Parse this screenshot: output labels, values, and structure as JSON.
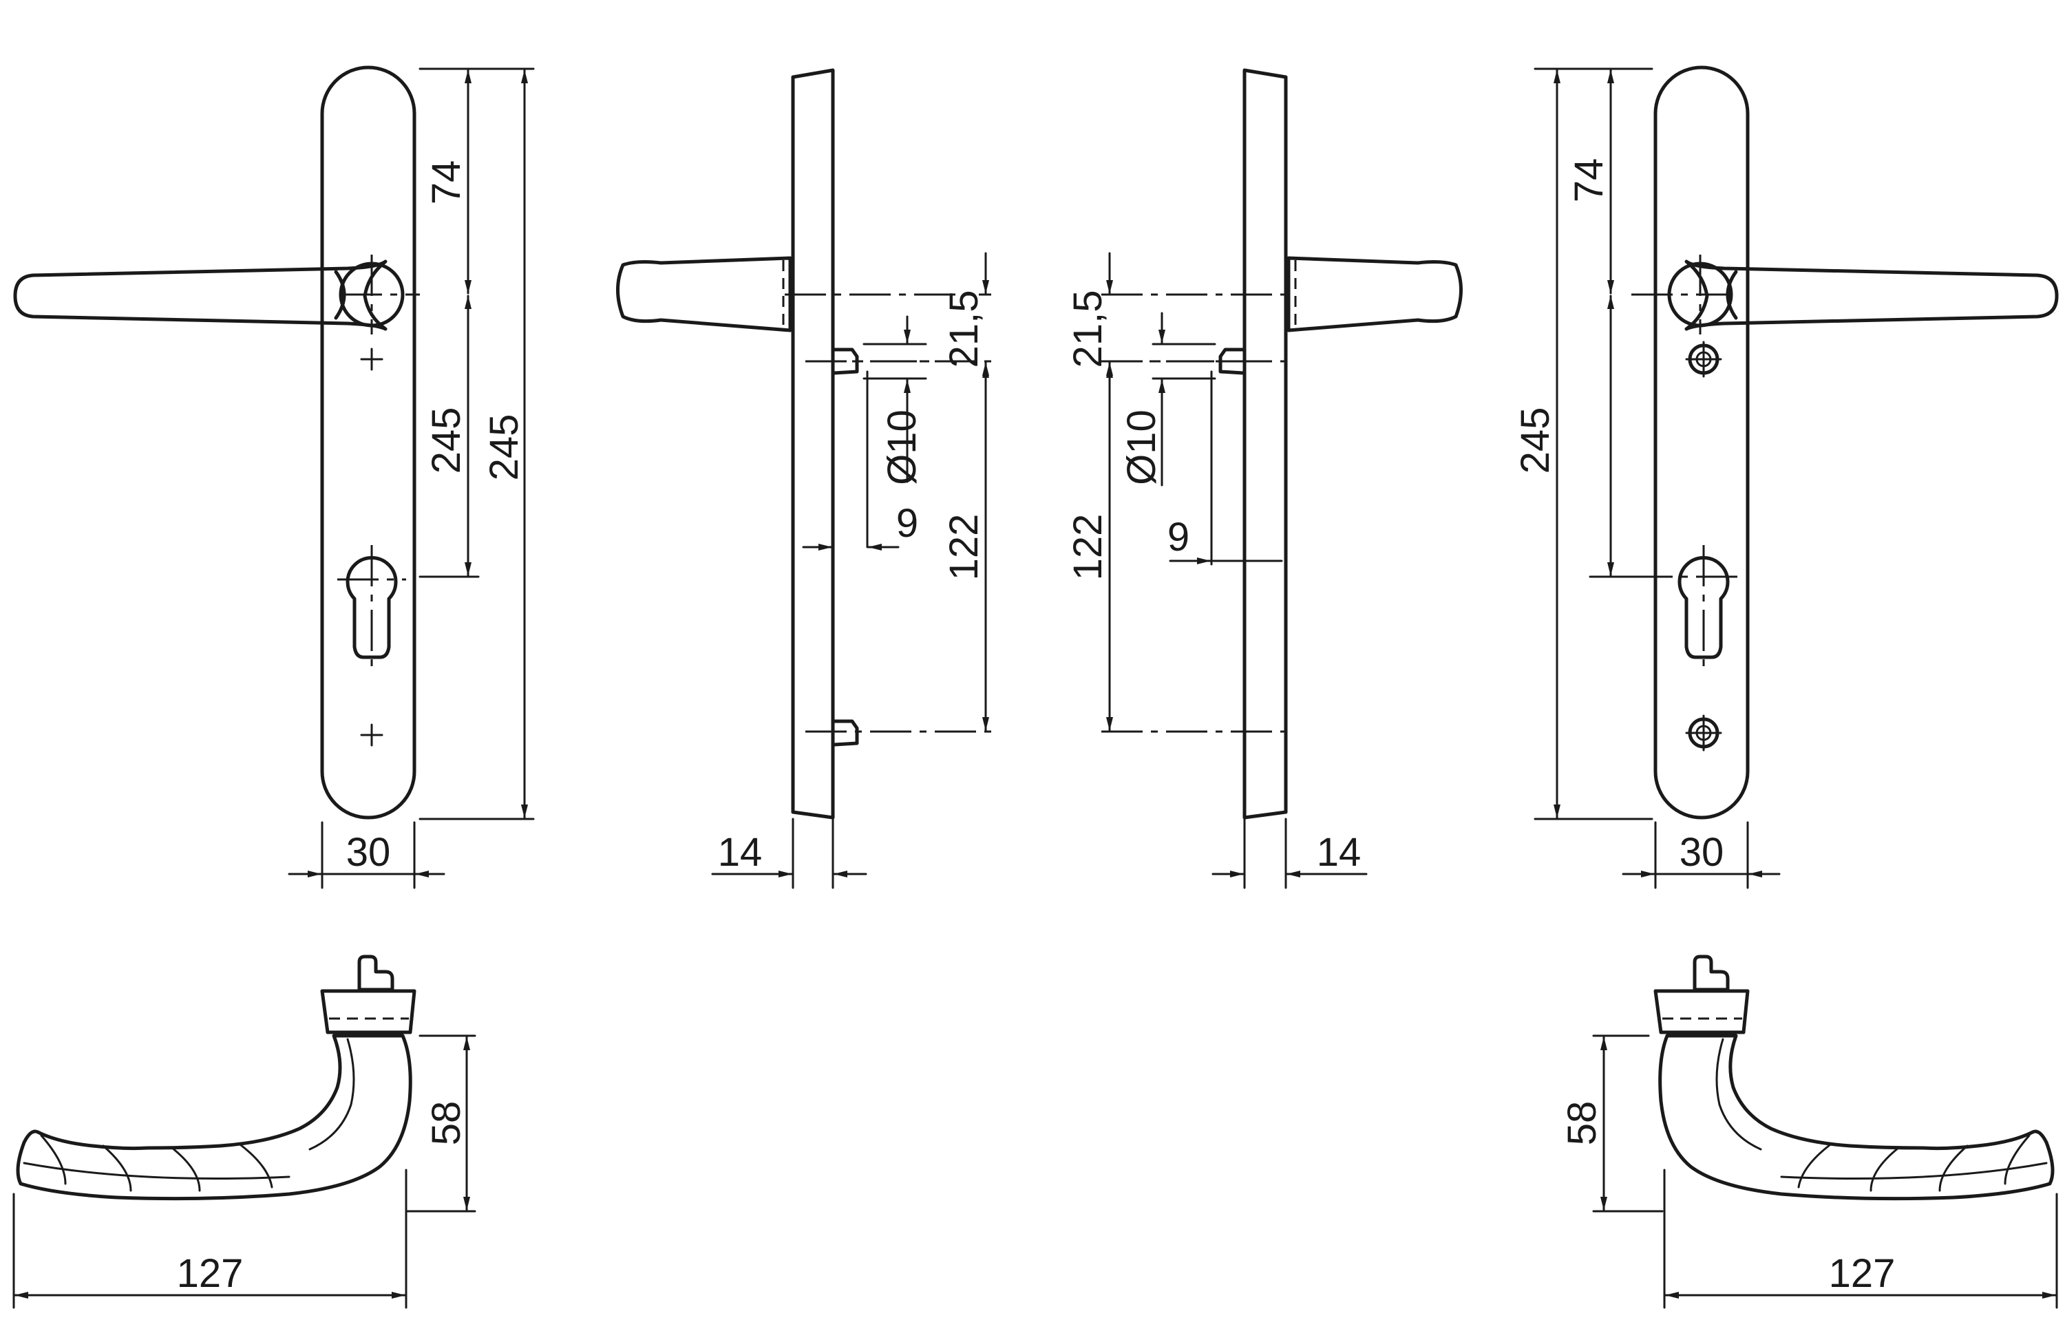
{
  "dimensions": {
    "front_left": {
      "top_to_pivot": "74",
      "total_height": "245",
      "width": "30"
    },
    "side_left": {
      "thickness": "14",
      "pivot_offset": "21,5",
      "diameter": "Ø10",
      "depth": "9",
      "spacing": "122"
    },
    "side_right": {
      "thickness": "14",
      "pivot_offset": "21,5",
      "diameter": "Ø10",
      "depth": "9",
      "spacing": "122"
    },
    "front_right": {
      "top_to_pivot": "74",
      "total_height": "245",
      "width": "30"
    },
    "lever_left": {
      "height": "58",
      "length": "127"
    },
    "lever_right": {
      "height": "58",
      "length": "127"
    }
  }
}
